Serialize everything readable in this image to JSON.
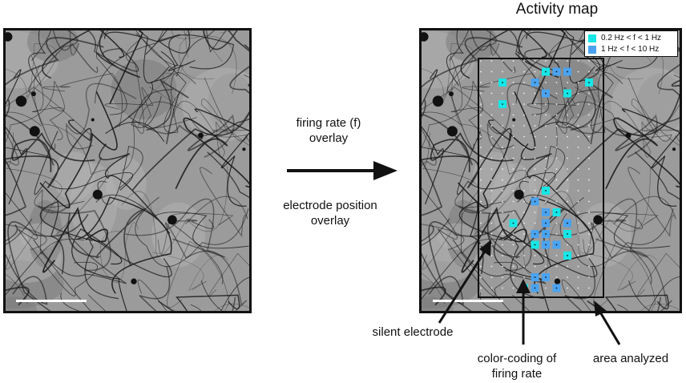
{
  "title": "Activity map",
  "arrow_labels": {
    "firing_rate": "firing rate (f)\noverlay",
    "electrode_position": "electrode position\noverlay"
  },
  "legend": {
    "items": [
      {
        "label": "0.2 Hz < f < 1 Hz",
        "color": "#16e6e6"
      },
      {
        "label": "1 Hz < f < 10 Hz",
        "color": "#4aa3f0"
      }
    ]
  },
  "annotations": {
    "silent": "silent electrode",
    "color_coding": "color-coding of\nfiring rate",
    "area": "area analyzed"
  },
  "colors": {
    "low_rate": "#16e6e6",
    "high_rate": "#4aa3f0",
    "background_gray": "#8a8a8a",
    "neuron_dark": "#1a1a1a"
  }
}
